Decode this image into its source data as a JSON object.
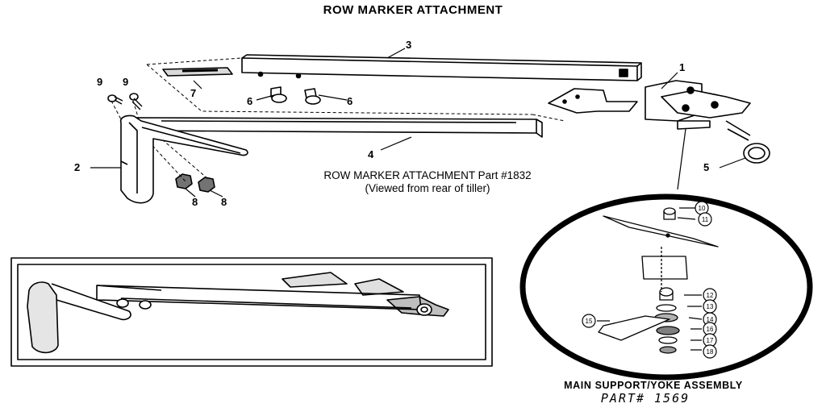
{
  "title": "ROW MARKER ATTACHMENT",
  "caption_main_line1": "ROW MARKER ATTACHMENT Part #1832",
  "caption_main_line2": "(Viewed from rear of tiller)",
  "caption_yoke": "MAIN SUPPORT/YOKE ASSEMBLY",
  "caption_part_handwritten": "PART# 1569",
  "callouts": [
    "1",
    "2",
    "3",
    "4",
    "5",
    "6",
    "6",
    "7",
    "8",
    "8",
    "9",
    "9"
  ],
  "detail_callouts": [
    "10",
    "11",
    "12",
    "13",
    "14",
    "15",
    "16",
    "17",
    "18"
  ]
}
